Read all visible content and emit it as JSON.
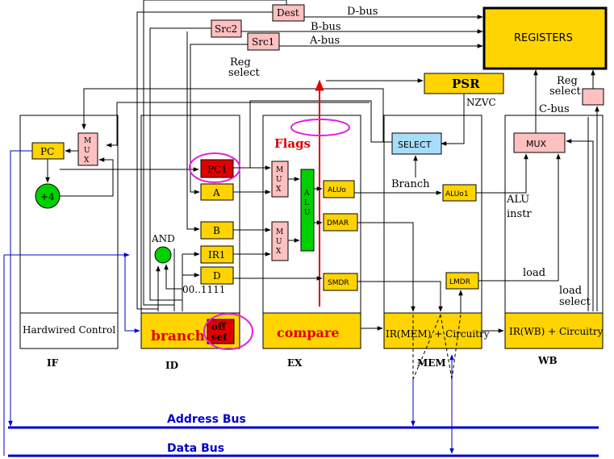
{
  "colors": {
    "yellow": "#ffd400",
    "pink": "#ffc0c0",
    "green": "#00d000",
    "red": "#e00000",
    "magenta": "#e020e0",
    "blue": "#0000cc",
    "select": "#a8dcf8"
  },
  "registers": {
    "title": "REGISTERS",
    "dest": "Dest",
    "src2": "Src2",
    "src1": "Src1",
    "d_bus": "D-bus",
    "b_bus": "B-bus",
    "a_bus": "A-bus",
    "reg_select_1": "Reg",
    "reg_select_2": "select",
    "reg_select_wb_1": "Reg",
    "reg_select_wb_2": "select",
    "c_bus": "C-bus"
  },
  "psr": {
    "label": "PSR",
    "nzvc": "NZVC",
    "flags": "Flags",
    "select": "SELECT",
    "branch": "Branch"
  },
  "stages": {
    "if_label": "IF",
    "id_label": "ID",
    "ex_label": "EX",
    "mem_label": "MEM",
    "wb_label": "WB",
    "hardwired_control": "Hardwired Control",
    "branch": "branch",
    "offset_1": "off",
    "offset_2": "set",
    "compare": "compare",
    "ir_mem": "IR(MEM) + Circuitry",
    "ir_wb": "IR(WB) + Circuitry"
  },
  "if_stage": {
    "pc": "PC",
    "mux": [
      "M",
      "U",
      "X"
    ],
    "plus4": "+4"
  },
  "id_stage": {
    "pc1": "PC1",
    "a": "A",
    "b": "B",
    "ir1": "IR1",
    "d": "D",
    "and": "AND",
    "const": "00..1111"
  },
  "ex_stage": {
    "mux": [
      "M",
      "U",
      "X"
    ],
    "alu": [
      "A",
      "L",
      "U"
    ],
    "aluo": "ALUo",
    "dmar": "DMAR",
    "smdr": "SMDR"
  },
  "mem_stage": {
    "aluo1": "ALUo1",
    "lmdr": "LMDR"
  },
  "wb_stage": {
    "mux": "MUX",
    "alu_instr_1": "ALU",
    "alu_instr_2": "instr",
    "load": "load",
    "load_select_1": "load",
    "load_select_2": "select"
  },
  "buses": {
    "address": "Address Bus",
    "data": "Data Bus"
  }
}
